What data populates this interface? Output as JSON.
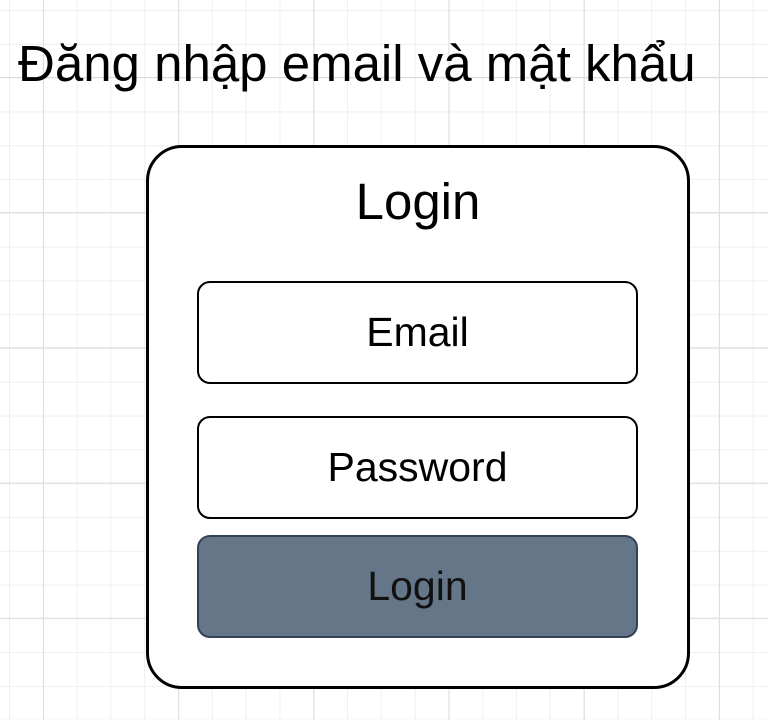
{
  "title": "Đăng nhập email và mật khẩu",
  "card": {
    "heading": "Login",
    "email_field": {
      "label": "Email"
    },
    "password_field": {
      "label": "Password"
    },
    "login_button": {
      "label": "Login"
    }
  },
  "colors": {
    "button_fill": "#647687",
    "button_border": "#314354",
    "card_border": "#000000",
    "grid_minor": "#efefef",
    "grid_major": "#dcdcdc"
  }
}
